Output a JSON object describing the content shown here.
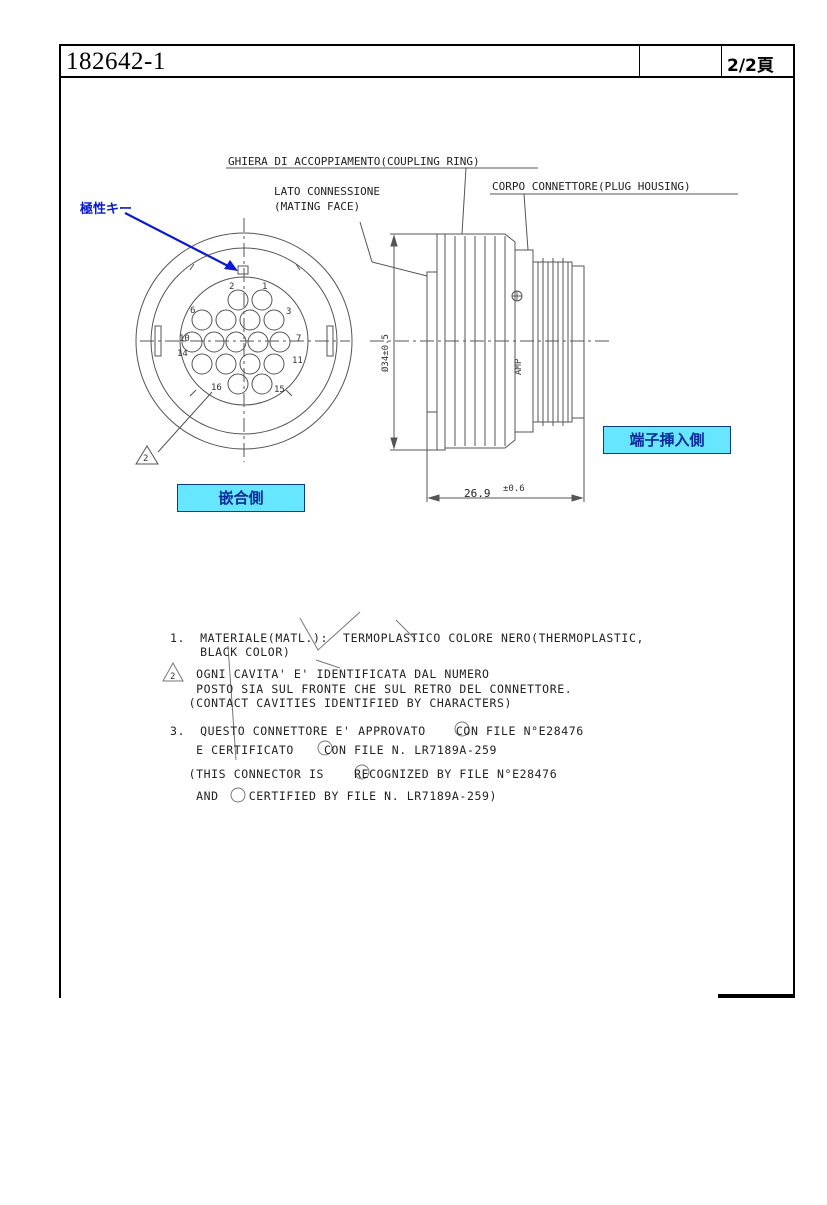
{
  "header": {
    "part_number": "182642-1",
    "page": "2/2頁"
  },
  "labels": {
    "polarity_key": "極性キー",
    "mating_side": "嵌合側",
    "terminal_insert_side": "端子挿入側",
    "coupling_ring": "GHIERA DI ACCOPPIAMENTO(COUPLING RING)",
    "mating_face_line1": "LATO CONNESSIONE",
    "mating_face_line2": "(MATING FACE)",
    "plug_housing": "CORPO CONNETTORE(PLUG HOUSING)",
    "diameter_dim": "Ø34±0.5",
    "length_dim": "26.9",
    "length_tol": "±0.6",
    "amp_mark": "AMP",
    "note_triangle": "2"
  },
  "contact_numbers": [
    "1",
    "2",
    "3",
    "6",
    "7",
    "10",
    "11",
    "14",
    "15",
    "16"
  ],
  "notes": {
    "n1_line1": "1.  MATERIALE(MATL.):  TERMOPLASTICO COLORE NERO(THERMOPLASTIC,",
    "n1_line2": "    BLACK COLOR)",
    "n2_line1": "    OGNI CAVITA' E' IDENTIFICATA DAL NUMERO",
    "n2_line2": "    POSTO SIA SUL FRONTE CHE SUL RETRO DEL CONNETTORE.",
    "n2_line3": "   (CONTACT CAVITIES IDENTIFIED BY CHARACTERS)",
    "n3_line1": "3.  QUESTO CONNETTORE E' APPROVATO    CON FILE N°E28476",
    "n3_line2": "    E CERTIFICATO    CON FILE N. LR7189A-259",
    "n3_line3": "   (THIS CONNECTOR IS    RECOGNIZED BY FILE N°E28476",
    "n3_line4": "    AND    CERTIFIED BY FILE N. LR7189A-259)"
  }
}
